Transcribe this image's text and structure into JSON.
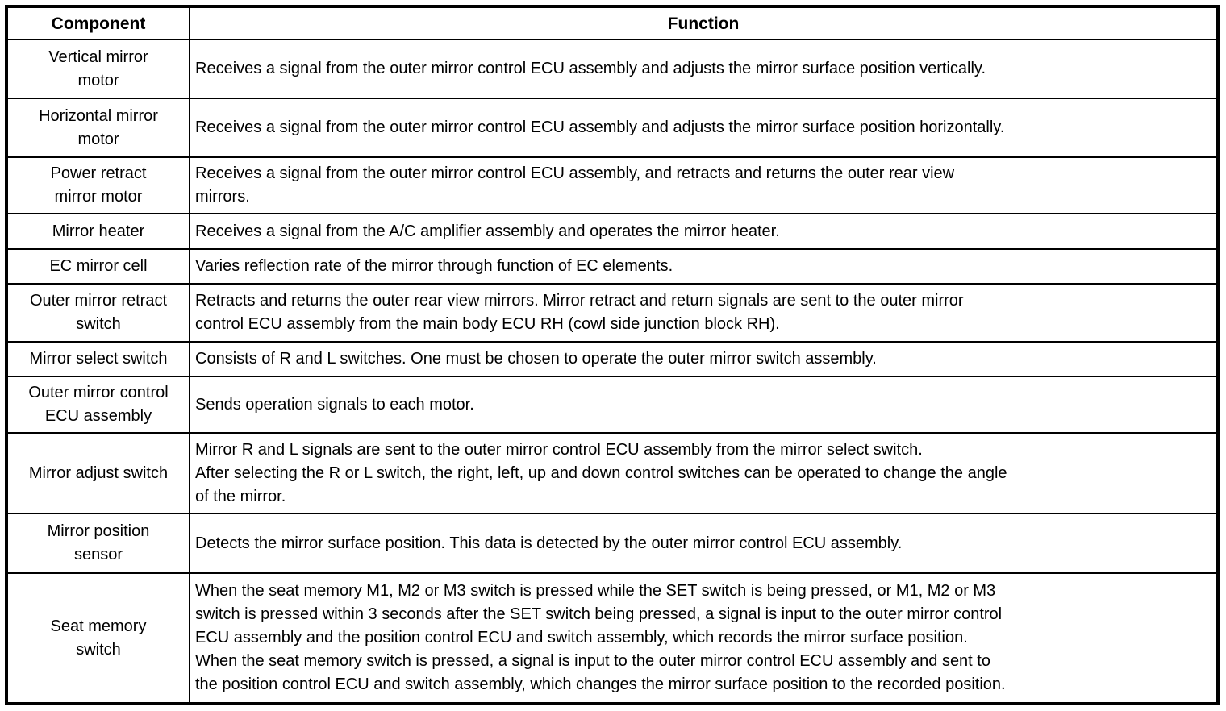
{
  "table": {
    "headers": [
      "Component",
      "Function"
    ],
    "rows": [
      {
        "component": "Vertical mirror\nmotor",
        "function": "Receives a signal from the outer mirror control ECU assembly and adjusts the mirror surface position vertically."
      },
      {
        "component": "Horizontal mirror\nmotor",
        "function": "Receives a signal from the outer mirror control ECU assembly and adjusts the mirror surface position horizontally."
      },
      {
        "component": "Power retract\nmirror motor",
        "function": "Receives a signal from the outer mirror control ECU assembly, and retracts and returns the outer rear view\nmirrors."
      },
      {
        "component": "Mirror heater",
        "function": "Receives a signal from the A/C amplifier assembly and operates the mirror heater."
      },
      {
        "component": "EC mirror cell",
        "function": "Varies reflection rate of the mirror through function of EC elements."
      },
      {
        "component": "Outer mirror retract\nswitch",
        "function": "Retracts and returns the outer rear view mirrors. Mirror retract and return signals are sent to the outer mirror\ncontrol ECU assembly from the main body ECU RH (cowl side junction block RH)."
      },
      {
        "component": "Mirror select switch",
        "function": "Consists of R and L switches. One must be chosen to operate the outer mirror switch assembly."
      },
      {
        "component": "Outer mirror control\nECU assembly",
        "function": "Sends operation signals to each motor."
      },
      {
        "component": "Mirror adjust switch",
        "function": "Mirror R and L signals are sent to the outer mirror control ECU assembly from the mirror select switch.\nAfter selecting the R or L switch, the right, left, up and down control switches can be operated to change the angle\nof the mirror."
      },
      {
        "component": "Mirror position\nsensor",
        "function": "Detects the mirror surface position. This data is detected by the outer mirror control ECU assembly."
      },
      {
        "component": "Seat memory\nswitch",
        "function": "When the seat memory M1, M2 or M3 switch is pressed while the SET switch is being pressed, or M1, M2 or M3\nswitch is pressed within 3 seconds after the SET switch being pressed, a signal is input to the outer mirror control\nECU assembly and the position control ECU and switch assembly, which records the mirror surface position.\nWhen the seat memory switch is pressed, a signal is input to the outer mirror control ECU assembly and sent to\nthe position control ECU and switch assembly, which changes the mirror surface position to the recorded position."
      }
    ]
  }
}
